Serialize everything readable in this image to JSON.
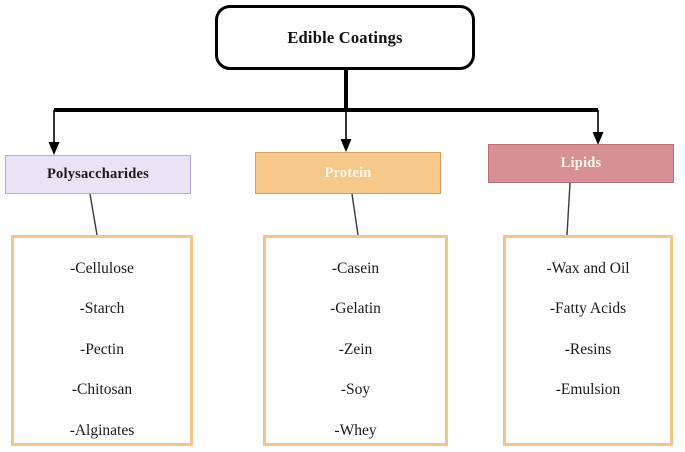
{
  "diagram": {
    "title": "Edible Coatings",
    "root": {
      "label": "Edible Coatings"
    },
    "categories": [
      {
        "key": "polysaccharides",
        "label": "Polysaccharides",
        "fill": "#e9e4f5",
        "border": "#b9a9d6",
        "text_color": "#1a1a1a",
        "items": [
          "-Cellulose",
          "-Starch",
          "-Pectin",
          "-Chitosan",
          "-Alginates"
        ]
      },
      {
        "key": "protein",
        "label": "Protein",
        "fill": "#f6c88a",
        "border": "#d99f57",
        "text_color": "#fdf6ef",
        "items": [
          "-Casein",
          "-Gelatin",
          "-Zein",
          "-Soy",
          "-Whey"
        ]
      },
      {
        "key": "lipids",
        "label": "Lipids",
        "fill": "#d79093",
        "border": "#b86f73",
        "text_color": "#fdf6ef",
        "items": [
          "-Wax and Oil",
          "-Fatty Acids",
          "-Resins",
          "-Emulsion"
        ]
      }
    ],
    "colors": {
      "root_border": "#000000",
      "connector": "#000000",
      "list_border": "#f4c48a",
      "background": "#ffffff"
    }
  }
}
